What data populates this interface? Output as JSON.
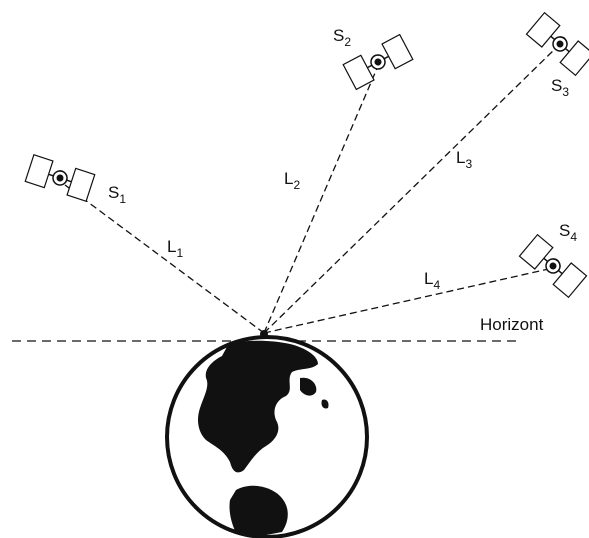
{
  "labels": {
    "horizon": "Horizont",
    "satellites": [
      {
        "letter": "S",
        "index": "1"
      },
      {
        "letter": "S",
        "index": "2"
      },
      {
        "letter": "S",
        "index": "3"
      },
      {
        "letter": "S",
        "index": "4"
      }
    ],
    "lines": [
      {
        "letter": "L",
        "index": "1"
      },
      {
        "letter": "L",
        "index": "2"
      },
      {
        "letter": "L",
        "index": "3"
      },
      {
        "letter": "L",
        "index": "4"
      }
    ]
  },
  "icons": {
    "satellite": "satellite-icon",
    "earth": "earth-globe-icon",
    "observer": "observer-point-icon"
  },
  "colors": {
    "ink": "#111111",
    "background": "#ffffff"
  }
}
